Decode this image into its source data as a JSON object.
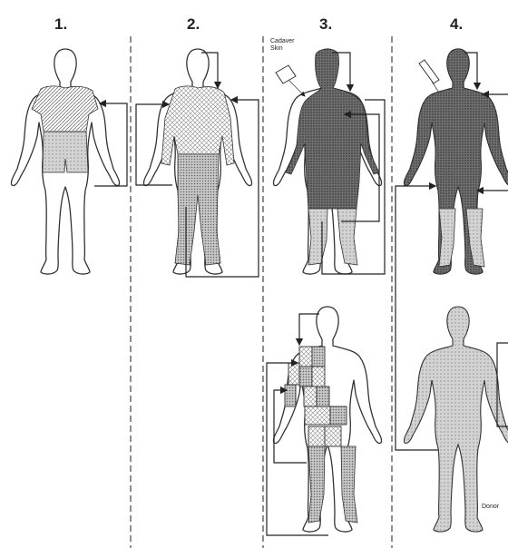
{
  "steps": [
    {
      "number": "1."
    },
    {
      "number": "2."
    },
    {
      "number": "3."
    },
    {
      "number": "4."
    }
  ],
  "annotations": {
    "cadaver_skin_line1": "Cadaver",
    "cadaver_skin_line2": "Skin",
    "donor_label": "Donor"
  },
  "colors": {
    "outline": "#333333",
    "graft_shade": "#8a8a8a",
    "dense_shade": "#5c5c5c",
    "light_shade": "#b5b5b5"
  }
}
